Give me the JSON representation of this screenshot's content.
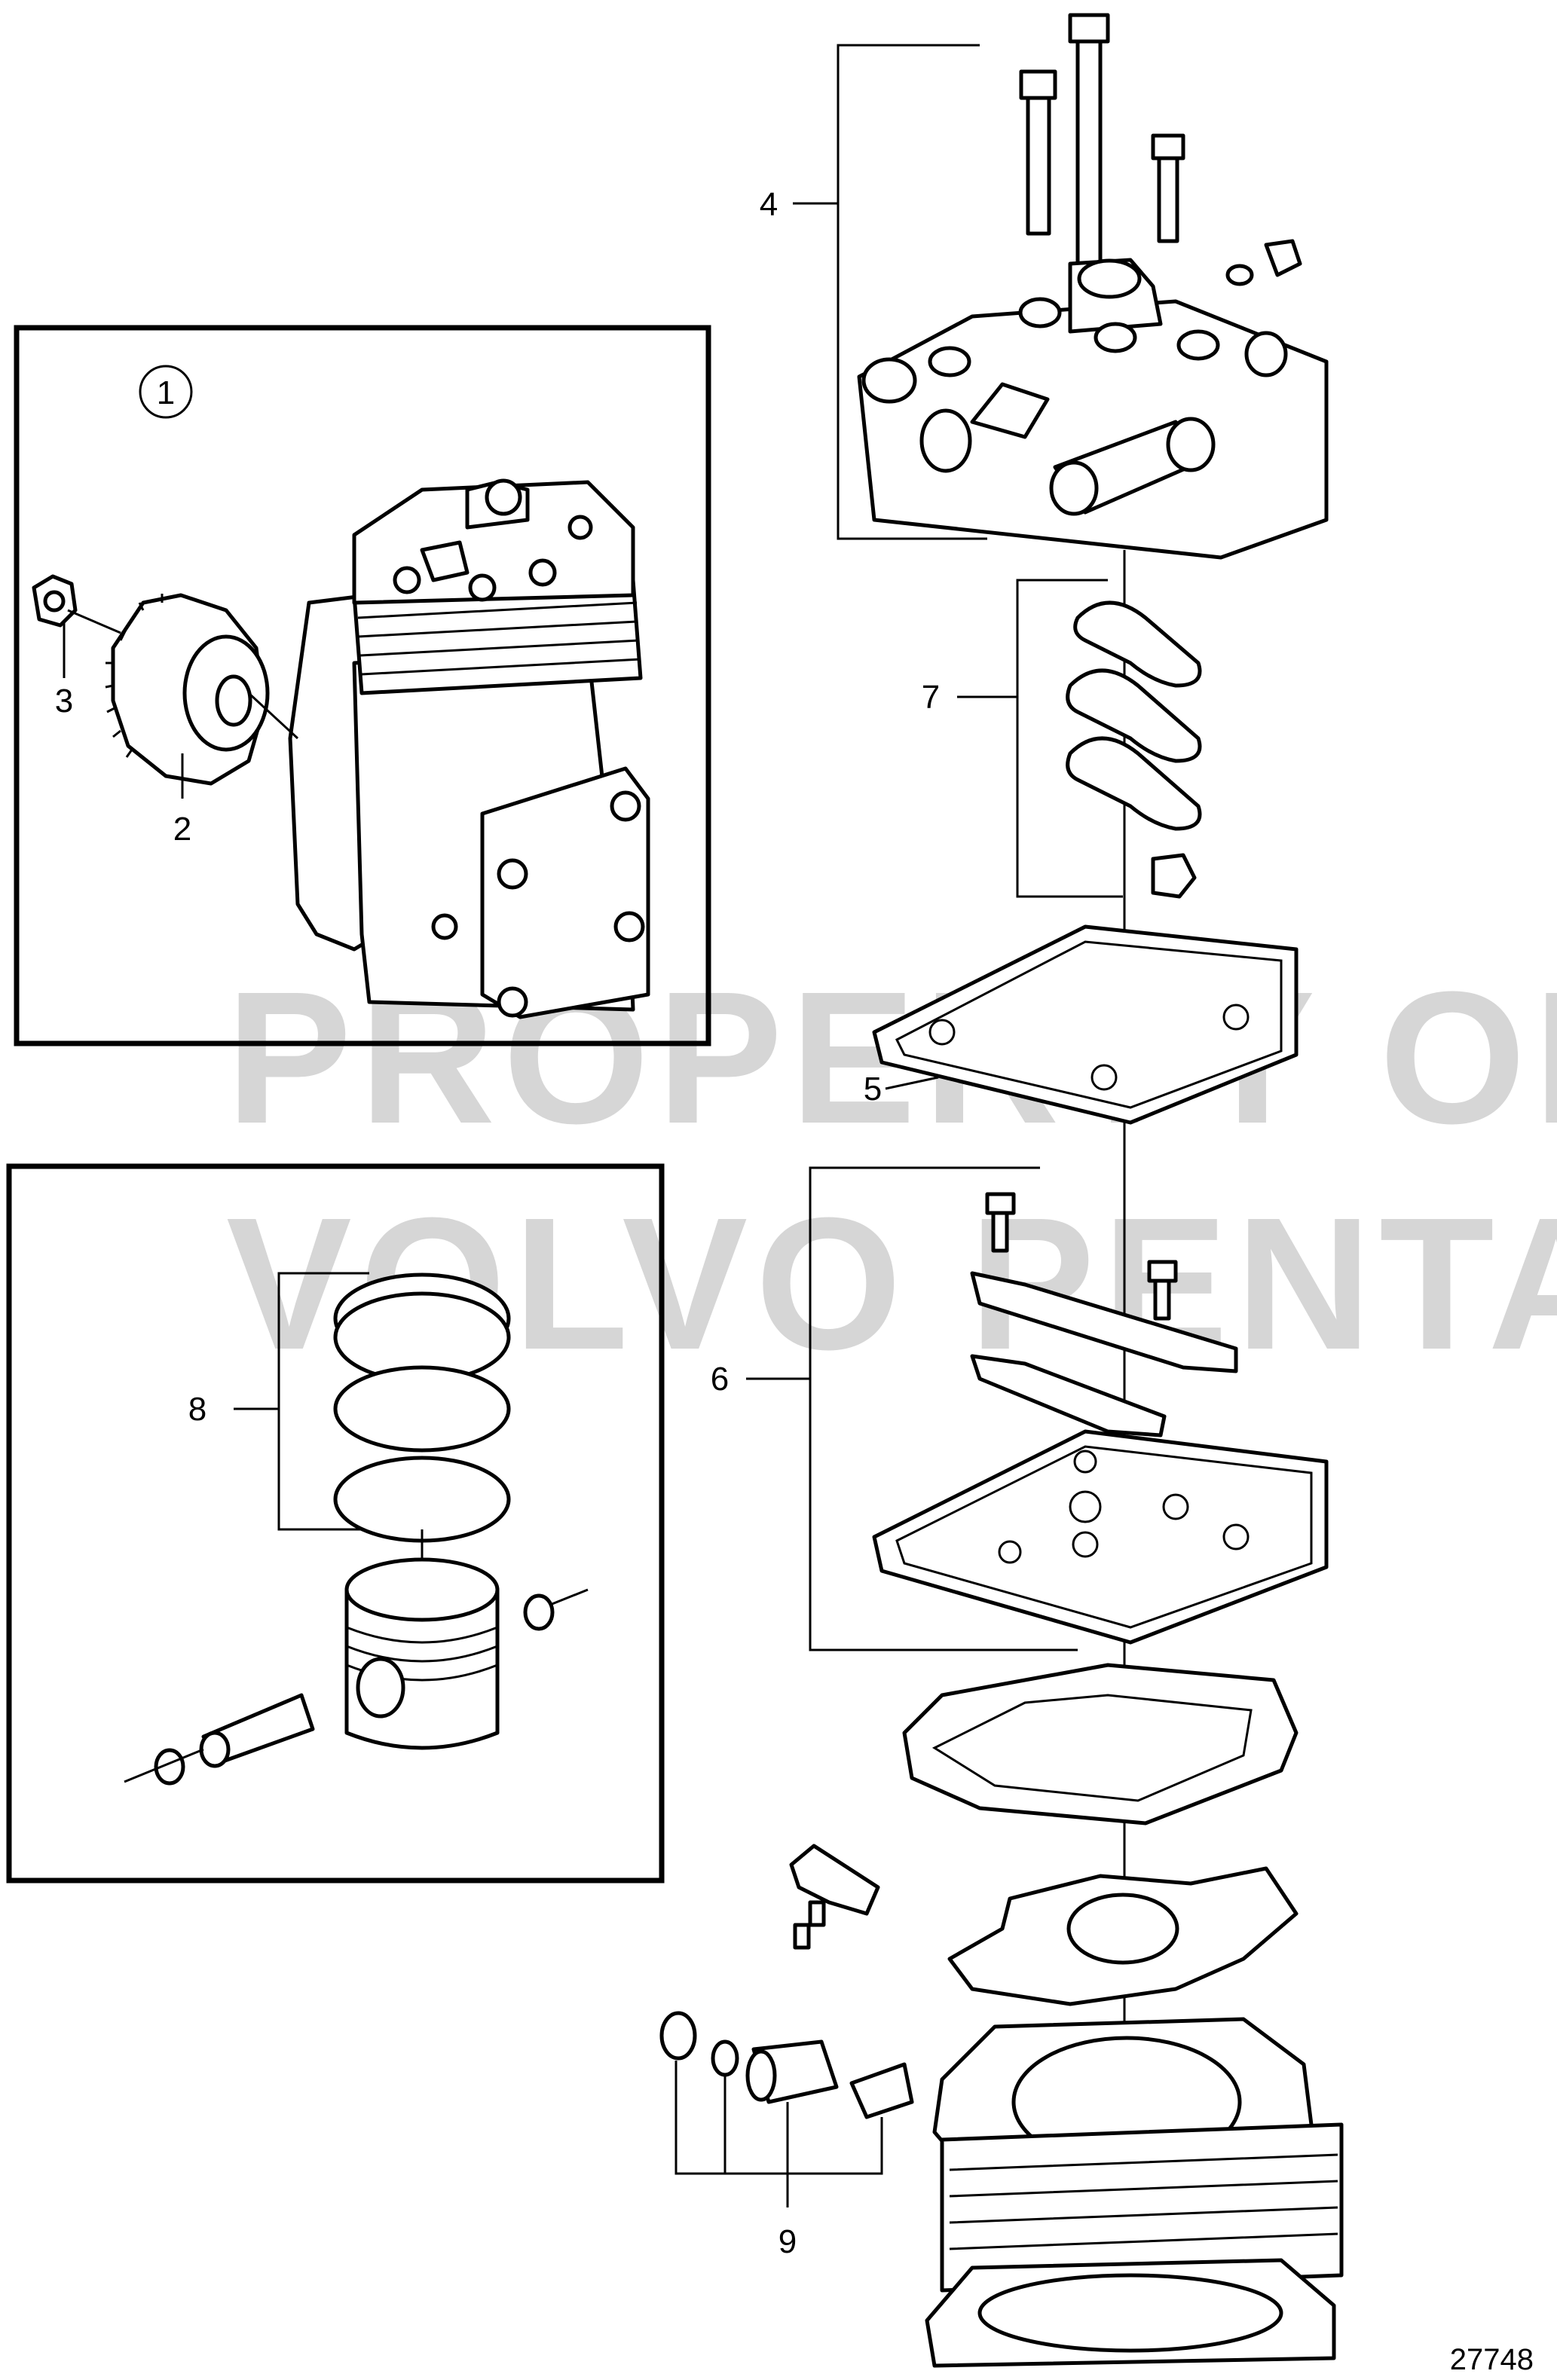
{
  "watermark": {
    "line1": "PROPERTY OF",
    "line2": "VOLVO PENTA"
  },
  "reference_number": "27748",
  "callouts": [
    {
      "id": "1",
      "text": "1",
      "circled": true
    },
    {
      "id": "2",
      "text": "2"
    },
    {
      "id": "3",
      "text": "3"
    },
    {
      "id": "4",
      "text": "4"
    },
    {
      "id": "5",
      "text": "5"
    },
    {
      "id": "6",
      "text": "6"
    },
    {
      "id": "7",
      "text": "7"
    },
    {
      "id": "8",
      "text": "8"
    },
    {
      "id": "9",
      "text": "9"
    }
  ]
}
